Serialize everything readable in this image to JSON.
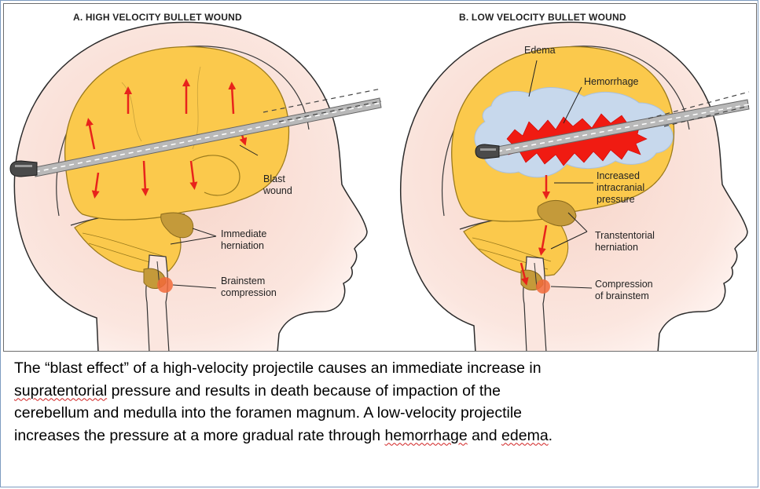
{
  "panel_a": {
    "title": "A. HIGH VELOCITY BULLET WOUND",
    "labels": {
      "blast_wound": "Blast\nwound",
      "immediate_herniation": "Immediate\nherniation",
      "brainstem_compression": "Brainstem\ncompression"
    }
  },
  "panel_b": {
    "title": "B. LOW VELOCITY BULLET WOUND",
    "labels": {
      "edema": "Edema",
      "hemorrhage": "Hemorrhage",
      "increased_icp": "Increased\nintracranial\npressure",
      "transtentorial_herniation": "Transtentorial\nherniation",
      "compression_of_brainstem": "Compression\nof brainstem"
    }
  },
  "caption": {
    "seg1": "The “blast effect” of a high-velocity projectile causes an immediate increase in",
    "seg2": "supratentorial",
    "seg3": " pressure and results in death because of impaction of the",
    "seg4": "cerebellum and medulla into the foramen magnum.  A low-velocity projectile",
    "seg5": "increases the pressure at a more gradual rate through ",
    "seg6": "hemorrhage",
    "seg7": " and ",
    "seg8": "edema",
    "seg9": "."
  },
  "colors": {
    "skin": "#f6d2c6",
    "brain": "#fbc94c",
    "brain_outline": "#9a7a1c",
    "herniation": "#c49a3a",
    "arrow_red": "#e8231b",
    "edema_blue": "#c7d8ec",
    "hemorrhage_red": "#f01b12",
    "bullet_track": "#b9b9b9",
    "frame_blue": "#7d9cc0"
  }
}
